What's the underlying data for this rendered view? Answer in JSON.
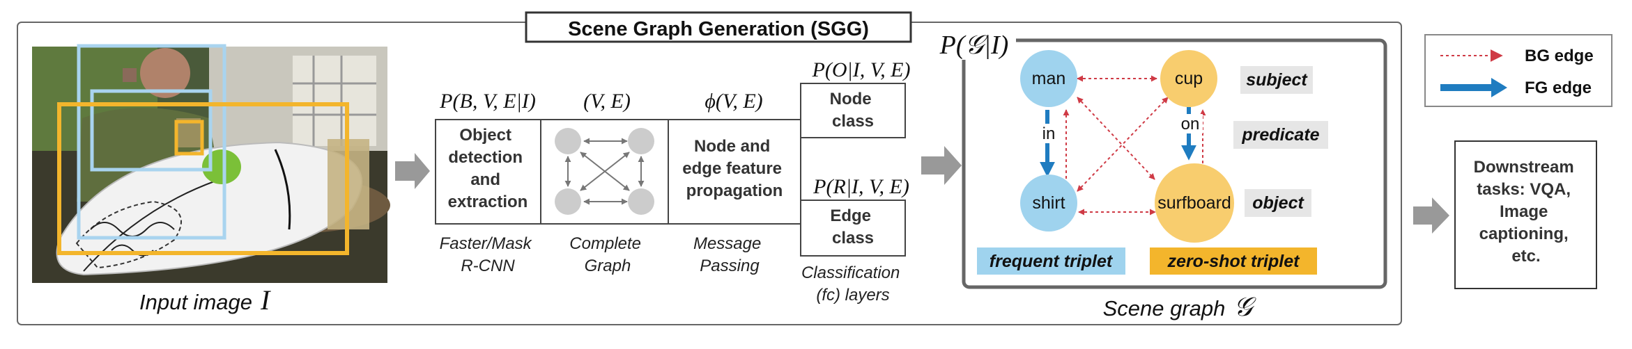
{
  "title": "Scene Graph Generation (SGG)",
  "input_image": {
    "caption": "Input image",
    "symbol": "I"
  },
  "math": {
    "pbve": "P(B, V, E|I)",
    "ve": "(V, E)",
    "phi": "ϕ(V, E)",
    "po": "P(O|I, V, E)",
    "pr": "P(R|I, V, E)",
    "pg": "P(𝒢|I)",
    "g": "𝒢"
  },
  "pipeline": {
    "detection": {
      "lines": [
        "Object",
        "detection",
        "and",
        "extraction"
      ],
      "caption": [
        "Faster/Mask",
        "R-CNN"
      ]
    },
    "graph": {
      "caption": [
        "Complete",
        "Graph"
      ]
    },
    "propagation": {
      "lines": [
        "Node and",
        "edge feature",
        "propagation"
      ],
      "caption": [
        "Message",
        "Passing"
      ]
    },
    "node_class": [
      "Node",
      "class"
    ],
    "edge_class": [
      "Edge",
      "class"
    ],
    "classification_caption": [
      "Classification",
      "(fc) layers"
    ]
  },
  "scene_graph": {
    "caption": "Scene graph",
    "nodes": {
      "man": "man",
      "cup": "cup",
      "shirt": "shirt",
      "surfboard": "surfboard"
    },
    "edges": {
      "in": "in",
      "on": "on"
    },
    "roles": {
      "subject": "subject",
      "predicate": "predicate",
      "object": "object"
    },
    "frequent": "frequent triplet",
    "zero_shot": "zero-shot triplet"
  },
  "legend": {
    "bg": "BG edge",
    "fg": "FG edge"
  },
  "downstream": [
    "Downstream",
    "tasks: VQA,",
    "Image",
    "captioning,",
    "etc."
  ],
  "colors": {
    "blue_node": "#9fd3ee",
    "yellow_node": "#f8cd6e",
    "fg_edge": "#1f7cc0",
    "bg_edge": "#cf3a45",
    "gray_arrow": "#999999",
    "box_blue": "#a9d4ef",
    "box_yellow": "#f3b52c",
    "role_bg": "#e6e6e6"
  }
}
